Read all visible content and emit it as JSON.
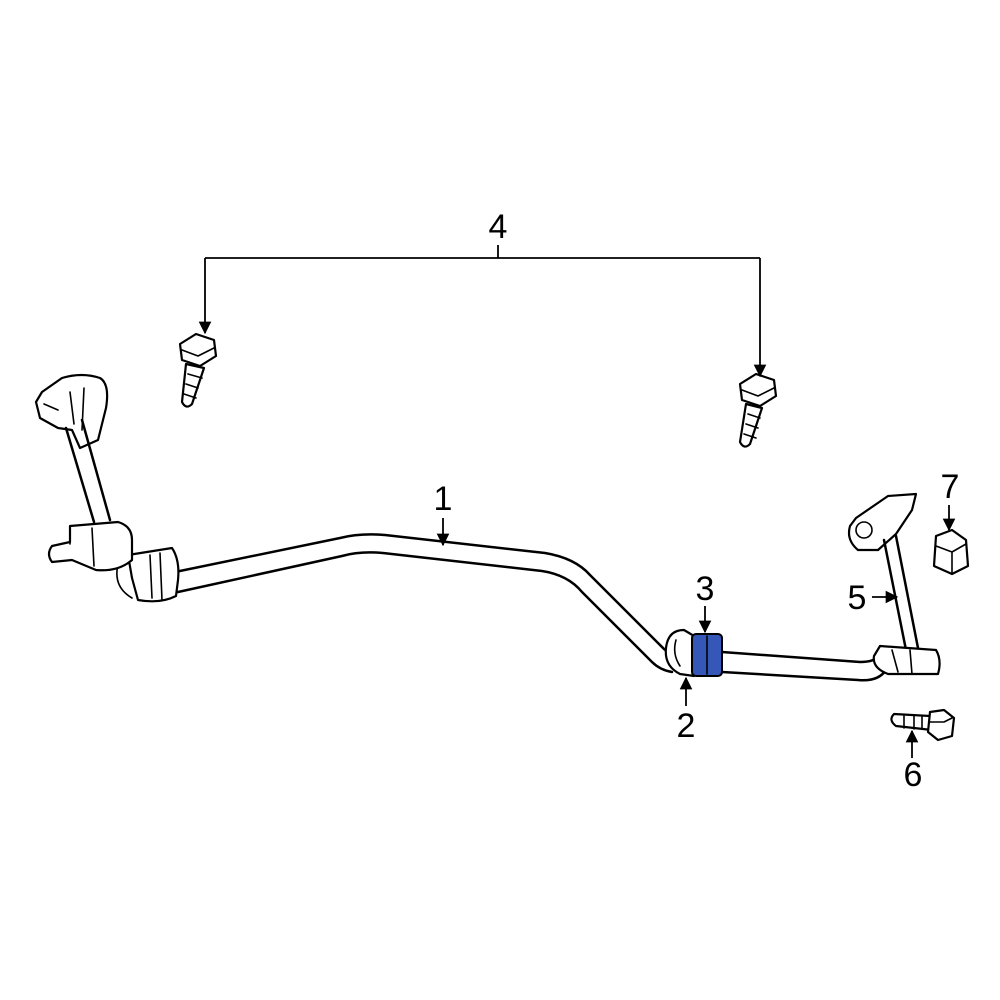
{
  "callouts": {
    "c1": "1",
    "c2": "2",
    "c3": "3",
    "c4": "4",
    "c5": "5",
    "c6": "6",
    "c7": "7"
  },
  "colors": {
    "highlight": "#3457b8",
    "line": "#000000",
    "background": "#ffffff"
  }
}
